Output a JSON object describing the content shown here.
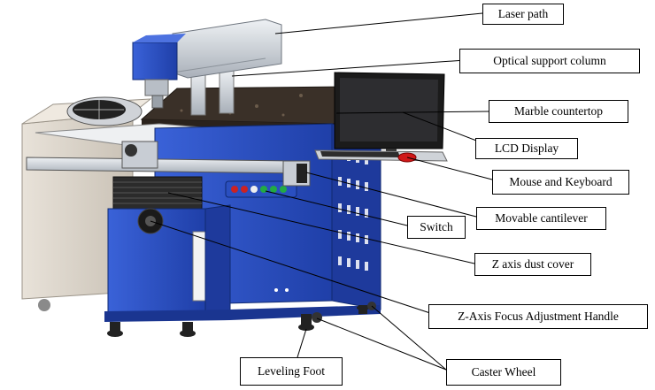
{
  "labels": {
    "laser_path": "Laser path",
    "optical_support_column": "Optical support column",
    "marble_countertop": "Marble countertop",
    "lcd_display": "LCD Display",
    "mouse_and_keyboard": "Mouse and Keyboard",
    "movable_cantilever": "Movable cantilever",
    "switch": "Switch",
    "z_axis_dust_cover": "Z axis dust cover",
    "z_axis_focus_adjustment_handle": "Z-Axis Focus Adjustment Handle",
    "leveling_foot": "Leveling Foot",
    "caster_wheel": "Caster Wheel"
  },
  "colors": {
    "machine_blue": "#2a4fc0",
    "machine_blue_dark": "#1a3590",
    "cabinet_beige": "#d9d2c8",
    "marble": "#3a3028",
    "metal": "#c8cdd4",
    "leader_line": "#000000"
  }
}
